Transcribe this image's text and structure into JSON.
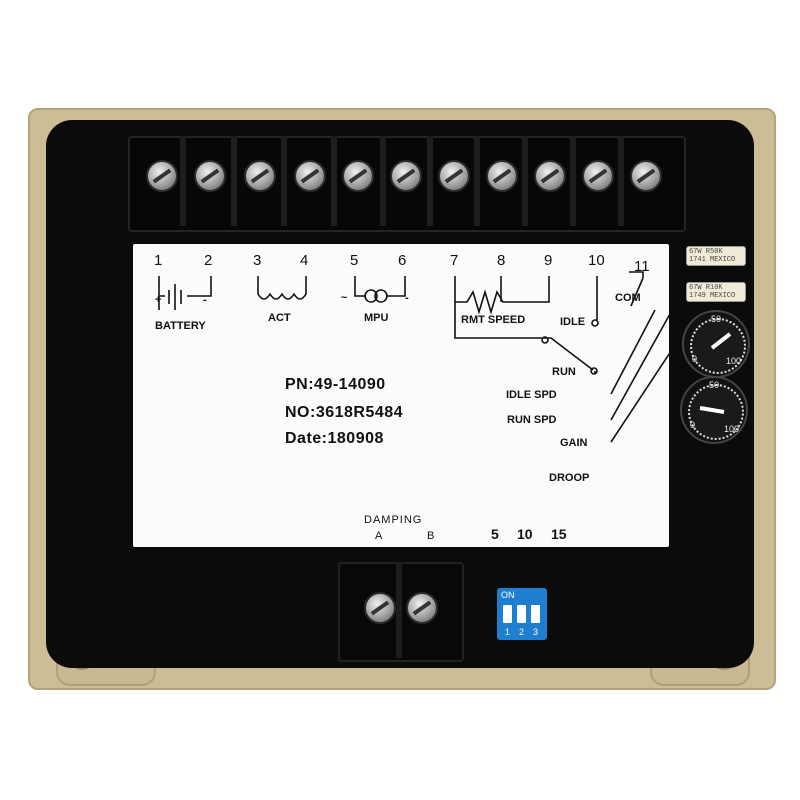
{
  "terminals": {
    "numbers": [
      "1",
      "2",
      "3",
      "4",
      "5",
      "6",
      "7",
      "8",
      "9",
      "10",
      "11"
    ],
    "battery": "BATTERY",
    "battery_plus": "+",
    "battery_minus": "-",
    "act": "ACT",
    "mpu": "MPU",
    "mpu_tilde": "~",
    "mpu_dash": "-",
    "rmt_speed": "RMT SPEED",
    "idle": "IDLE",
    "com": "COM"
  },
  "settings_labels": {
    "run": "RUN",
    "idle_spd": "IDLE SPD",
    "run_spd": "RUN SPD",
    "gain": "GAIN",
    "droop": "DROOP"
  },
  "product": {
    "pn": "PN:49-14090",
    "no": "NO:3618R5484",
    "date": "Date:180908"
  },
  "damping": {
    "title": "DAMPING",
    "a": "A",
    "b": "B",
    "values": [
      "5",
      "10",
      "15"
    ]
  },
  "trimpots": {
    "top": [
      "67W R50K",
      "1741 MEXICO"
    ],
    "bottom": [
      "67W R10K",
      "1749 MEXICO"
    ]
  },
  "dials": {
    "gain_min": "0",
    "gain_mid": "50",
    "gain_max": "100",
    "droop_min": "0",
    "droop_mid": "50",
    "droop_max": "100"
  },
  "dip_switch": {
    "on_label": "ON",
    "positions": [
      "1",
      "2",
      "3"
    ]
  },
  "colors": {
    "housing": "#cdbd96",
    "body": "#0b0b0b",
    "label": "#fbfbfb",
    "dip": "#1e7fd0"
  }
}
